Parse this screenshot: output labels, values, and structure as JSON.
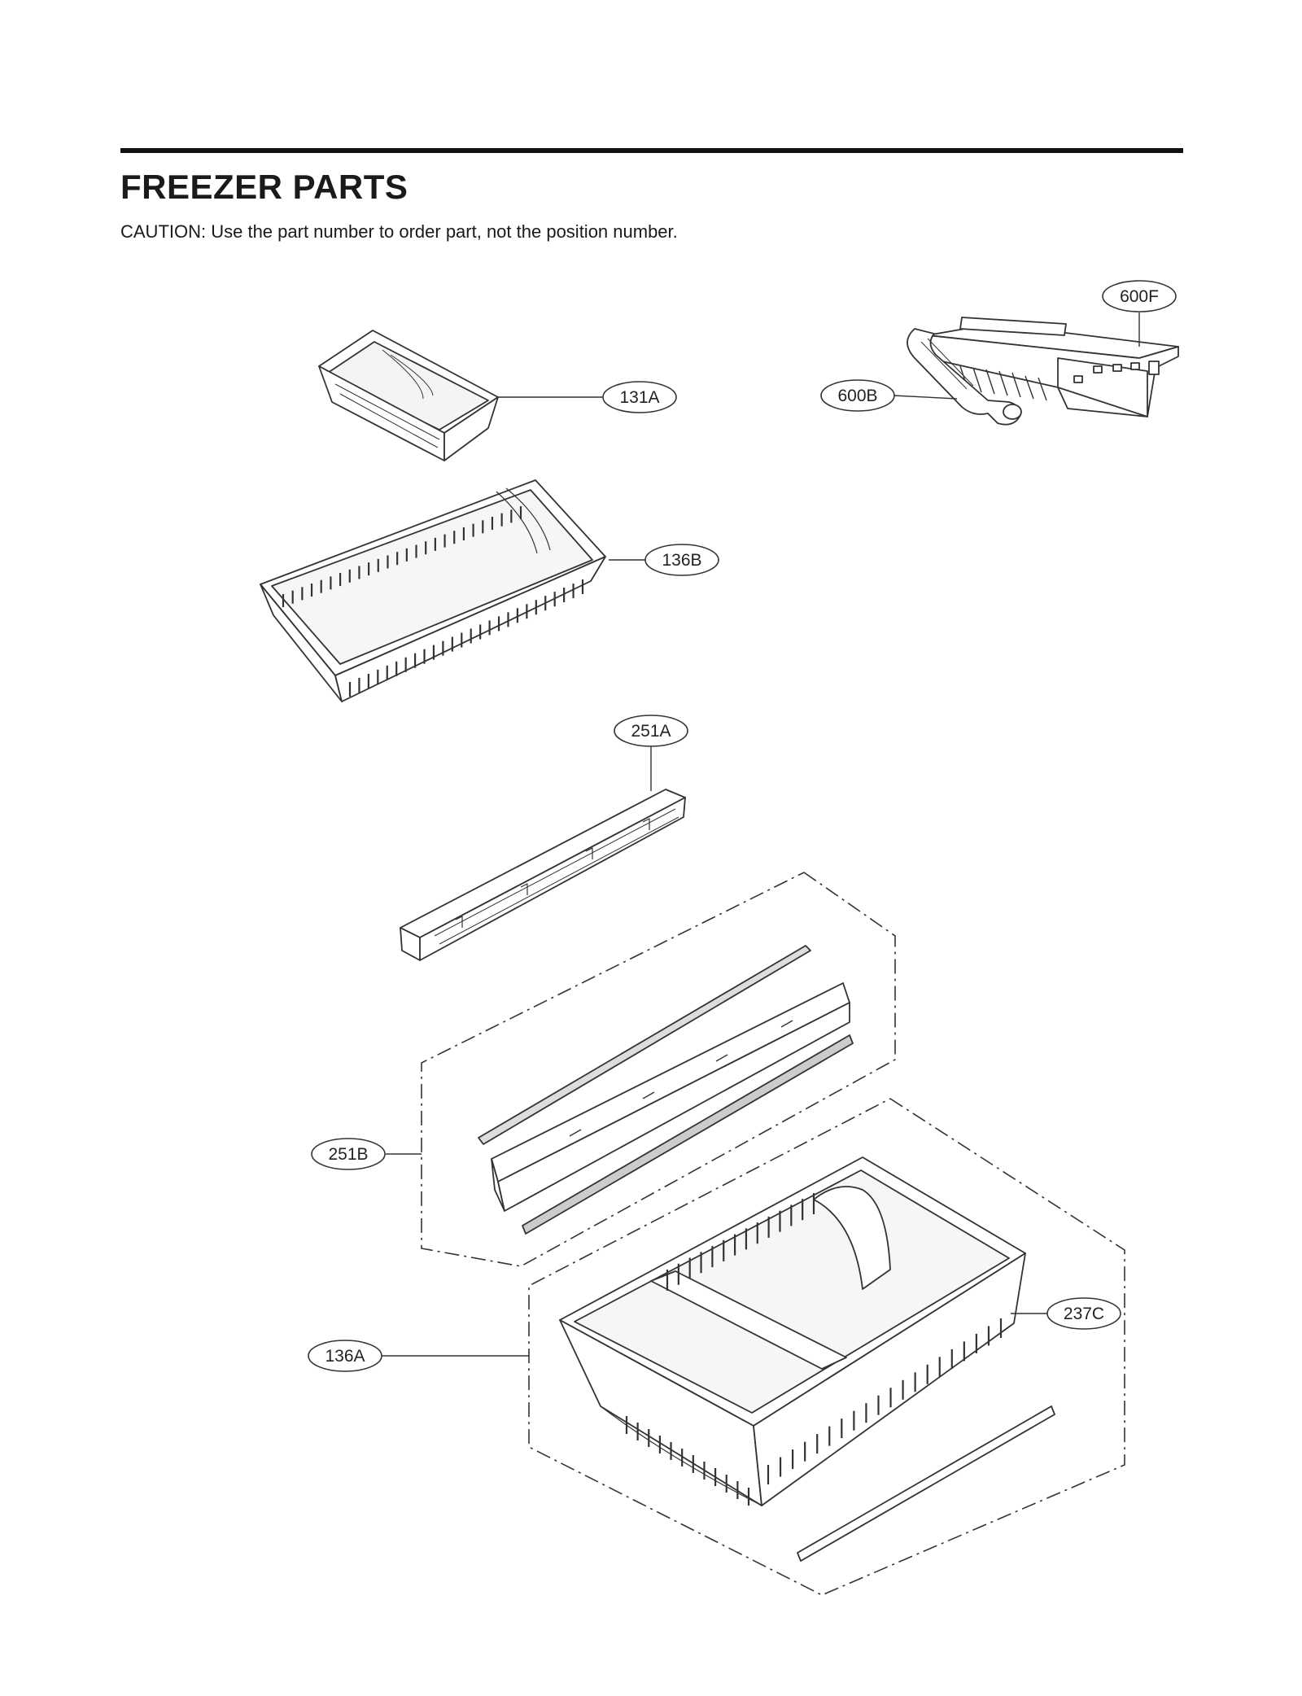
{
  "header": {
    "title": "FREEZER PARTS",
    "caution": "CAUTION: Use the part number to order part, not the position number."
  },
  "callouts": {
    "c600F": "600F",
    "c131A": "131A",
    "c600B": "600B",
    "c136B": "136B",
    "c251A": "251A",
    "c251B": "251B",
    "c237C": "237C",
    "c136A": "136A"
  }
}
